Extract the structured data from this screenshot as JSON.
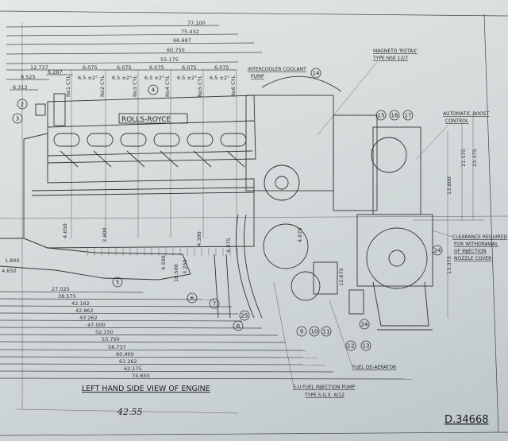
{
  "drawing": {
    "title": "LEFT HAND SIDE VIEW OF ENGINE",
    "drawing_number": "D.34668",
    "nameplate": "ROLLS-ROYCE",
    "handwritten_dimension": "42.55"
  },
  "top_dimensions": [
    "77.100",
    "75.432",
    "66.687",
    "60.750",
    "55.175"
  ],
  "pitch_row": {
    "left": [
      "12.737",
      "6.287"
    ],
    "cylinder_pitch": [
      "6.075",
      "6.075",
      "6.075",
      "6.075",
      "6.075"
    ],
    "offsets": [
      "8.525",
      "6.312"
    ],
    "cylinder_labels": [
      "No1 CYL",
      "No2 CYL",
      "No3 CYL",
      "No4 CYL",
      "No5 CYL",
      "No6 CYL"
    ],
    "valve_timing": [
      "6.5 ±2°",
      "6.5 ±2°",
      "6.5 ±2°",
      "6.5 ±2°",
      "6.5 ±2°"
    ]
  },
  "bottom_dimensions": [
    "27.025",
    "38.575",
    "42.162",
    "42.862",
    "43.262",
    "47.000",
    "52.150",
    "53.750",
    "58.737",
    "60.400",
    "61.262",
    "62.175",
    "74.650"
  ],
  "vertical_dimensions": {
    "left": [
      "4.650",
      "3.800",
      "9.500",
      "10.500",
      "3.250",
      "4.300",
      "8.875",
      "4.875",
      "12.675"
    ],
    "right": [
      "13.800",
      "21.575",
      "23.375",
      "13.375"
    ],
    "left_edge": [
      "1.800",
      "4.650"
    ]
  },
  "annotations": {
    "intercooler_pump": [
      "INTERCOOLER COOLANT",
      "PUMP"
    ],
    "magneto": [
      "MAGNETO 'ROTAX'",
      "TYPE NSE 12/7"
    ],
    "boost_control": [
      "AUTOMATIC BOOST",
      "CONTROL"
    ],
    "clearance": [
      "CLEARANCE REQUIRED",
      "FOR WITHDRAWAL",
      "OF INJECTION",
      "NOZZLE COVER"
    ],
    "fuel_deaerator": "FUEL DE-AERATOR",
    "fuel_pump": [
      "S.U FUEL INJECTION PUMP",
      "TYPE S.U.X. 6/12"
    ]
  },
  "callouts": [
    "2",
    "3",
    "4",
    "5",
    "6",
    "7",
    "8",
    "25",
    "9",
    "10",
    "11",
    "12",
    "13",
    "14",
    "15",
    "16",
    "17",
    "24",
    "24"
  ]
}
